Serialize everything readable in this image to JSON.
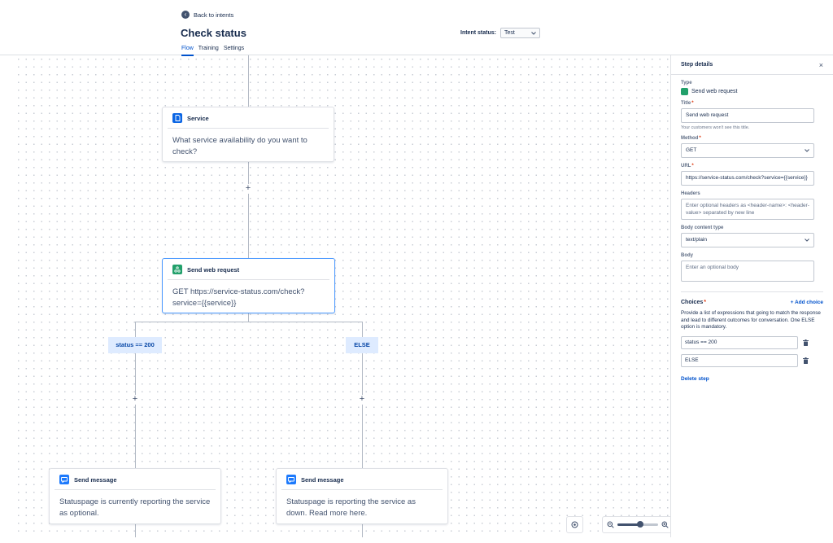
{
  "header": {
    "back_label": "Back to intents",
    "title": "Check status",
    "intent_status_label": "Intent status:",
    "intent_status_value": "Test",
    "tabs": [
      {
        "label": "Flow",
        "active": true
      },
      {
        "label": "Training",
        "active": false
      },
      {
        "label": "Settings",
        "active": false
      }
    ]
  },
  "flow": {
    "service_node": {
      "title": "Service",
      "body": "What service availability do you want to check?"
    },
    "web_request_node": {
      "title": "Send web request",
      "body": "GET https://service-status.com/check?service={{service}}"
    },
    "branches": [
      {
        "condition": "status == 200"
      },
      {
        "condition": "ELSE"
      }
    ],
    "message_nodes": [
      {
        "title": "Send message",
        "body": "Statuspage is currently reporting the service as optional."
      },
      {
        "title": "Send message",
        "body": "Statuspage is reporting the service as down. Read more here."
      }
    ],
    "plus_glyph": "+",
    "zoom_level": 0.55
  },
  "panel": {
    "title": "Step details",
    "close_glyph": "×",
    "type_label": "Type",
    "type_value": "Send web request",
    "title_label": "Title",
    "title_value": "Send web request",
    "title_help": "Your customers won't see this title.",
    "method_label": "Method",
    "method_value": "GET",
    "url_label": "URL",
    "url_value": "https://service-status.com/check?service={{service}}",
    "headers_label": "Headers",
    "headers_placeholder": "Enter optional headers as <header-name>: <header-value> separated by new line",
    "body_type_label": "Body content type",
    "body_type_value": "text/plain",
    "body_label": "Body",
    "body_placeholder": "Enter an optional body",
    "choices_label": "Choices",
    "add_choice_label": "+ Add choice",
    "choices_desc": "Provide a list of expressions that going to match the response and lead to different outcomes for conversation. One ELSE option is mandatory.",
    "choices": [
      "status == 200",
      "ELSE"
    ],
    "delete_step_label": "Delete step",
    "required_mark": "*"
  },
  "colors": {
    "accent": "#0052cc",
    "selected_border": "#4c9aff",
    "condition_bg": "#deebff",
    "web_request_icon": "#22a06b",
    "service_icon": "#0c66e4"
  }
}
